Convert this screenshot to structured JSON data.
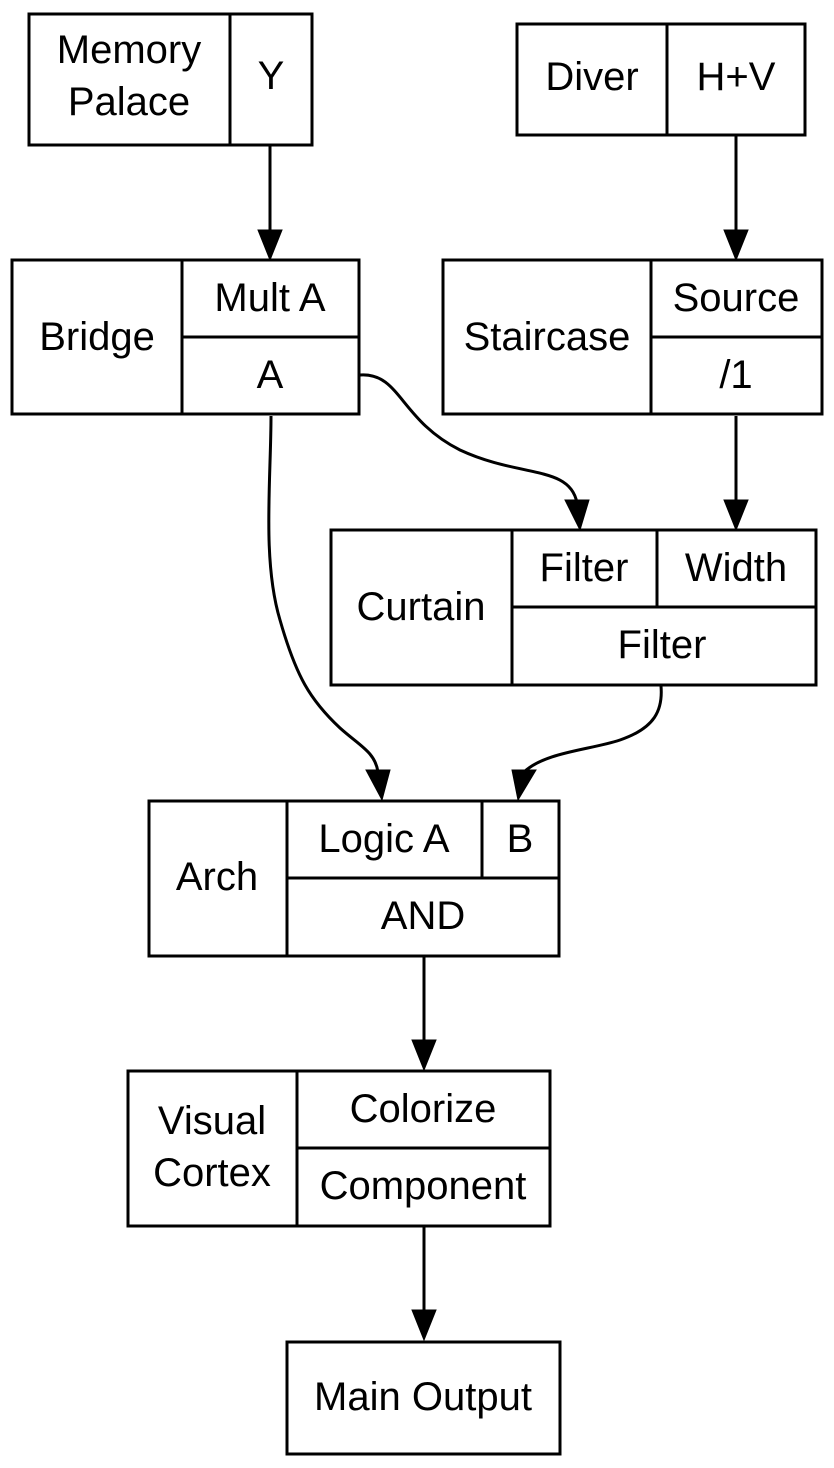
{
  "nodes": {
    "memory_palace": {
      "name_line1": "Memory",
      "name_line2": "Palace",
      "port_y": "Y"
    },
    "diver": {
      "name": "Diver",
      "port_hv": "H+V"
    },
    "bridge": {
      "name": "Bridge",
      "param": "Mult A",
      "port_a": "A"
    },
    "staircase": {
      "name": "Staircase",
      "param": "Source",
      "port_div": "/1"
    },
    "curtain": {
      "name": "Curtain",
      "in_filter": "Filter",
      "in_width": "Width",
      "out_filter": "Filter"
    },
    "arch": {
      "name": "Arch",
      "in_logic_a": "Logic A",
      "in_b": "B",
      "out_and": "AND"
    },
    "visual_cortex": {
      "name_line1": "Visual",
      "name_line2": "Cortex",
      "param": "Colorize",
      "out_component": "Component"
    },
    "main_output": {
      "name": "Main Output"
    }
  },
  "edges": [
    {
      "from": "Memory Palace: Y",
      "to": "Bridge: Mult A"
    },
    {
      "from": "Diver: H+V",
      "to": "Staircase: Source"
    },
    {
      "from": "Bridge: A",
      "to": "Curtain: Filter"
    },
    {
      "from": "Staircase: /1",
      "to": "Curtain: Width"
    },
    {
      "from": "Bridge: A",
      "to": "Arch: Logic A"
    },
    {
      "from": "Curtain: Filter",
      "to": "Arch: B"
    },
    {
      "from": "Arch: AND",
      "to": "Visual Cortex: Colorize"
    },
    {
      "from": "Visual Cortex: Component",
      "to": "Main Output"
    }
  ]
}
